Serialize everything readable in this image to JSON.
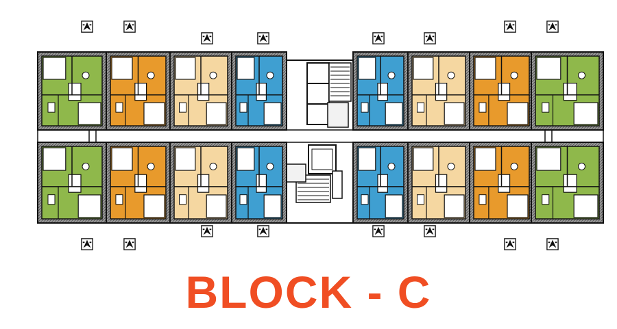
{
  "title": "BLOCK - C",
  "colors": {
    "title": "#f04e23",
    "green_unit": "#8fb84b",
    "orange_unit": "#e89a2c",
    "beige_unit": "#f5d7a1",
    "blue_unit": "#3f9fd1",
    "wall": "#111111",
    "core": "#ffffff",
    "window": "#777777"
  },
  "rows": [
    "top",
    "bottom"
  ],
  "units_per_row": [
    "green",
    "orange",
    "beige",
    "blue",
    "blue",
    "beige",
    "orange",
    "green"
  ],
  "icons": {
    "compass": "compass-rose-icon"
  }
}
